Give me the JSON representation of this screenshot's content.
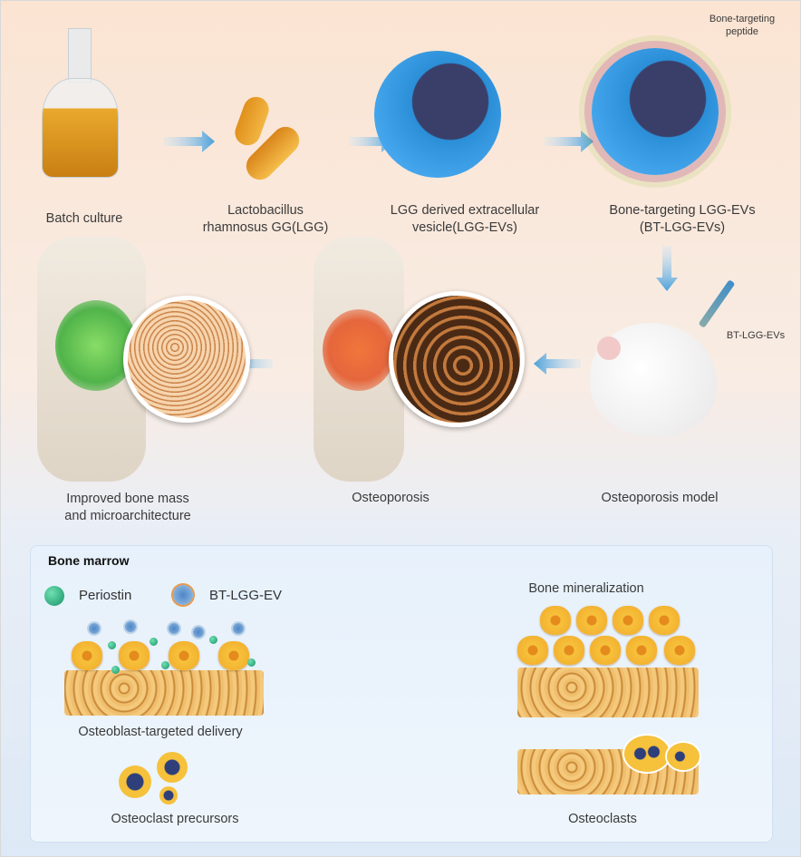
{
  "top_row": {
    "batch_culture": "Batch culture",
    "lgg_line1": "Lactobacillus",
    "lgg_line2": "rhamnosus GG(LGG)",
    "ev_line1": "LGG derived extracellular",
    "ev_line2": "vesicle(LGG-EVs)",
    "bt_line1": "Bone-targeting LGG-EVs",
    "bt_line2": "(BT-LGG-EVs)",
    "peptide_line1": "Bone-targeting",
    "peptide_line2": "peptide"
  },
  "middle_row": {
    "improved_line1": "Improved bone mass",
    "improved_line2": "and microarchitecture",
    "osteoporosis": "Osteoporosis",
    "model": "Osteoporosis model",
    "injection_label": "BT-LGG-EVs"
  },
  "panel": {
    "title": "Bone marrow",
    "legend_periostin": "Periostin",
    "legend_ev": "BT-LGG-EV",
    "osteoblast_delivery": "Osteoblast-targeted delivery",
    "osteoclast_precursors": "Osteoclast precursors",
    "bone_mineralization": "Bone mineralization",
    "osteoclasts": "Osteoclasts"
  },
  "colors": {
    "arrow_blue": "#5aa7dc",
    "up_green": "#5fc9a0",
    "down_red": "#e88a8a",
    "vesicle": "#2b8fd8"
  }
}
